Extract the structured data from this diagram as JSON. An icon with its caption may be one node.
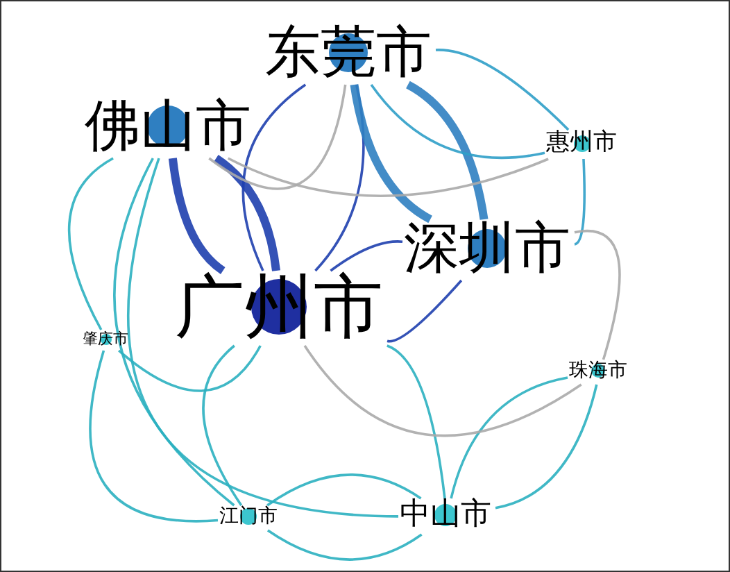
{
  "diagram": {
    "nodes": [
      {
        "text": [
          "东莞市"
        ]
      },
      {
        "text": [
          "佛山市"
        ]
      },
      {
        "text": [
          "惠州市"
        ]
      },
      {
        "text": [
          "深圳市"
        ]
      },
      {
        "text": [
          "广州市"
        ]
      },
      {
        "text": [
          "肇庆市"
        ]
      },
      {
        "text": [
          "珠海市"
        ]
      },
      {
        "text": [
          "江门市"
        ]
      },
      {
        "text": [
          "中山市"
        ]
      }
    ],
    "edges": [
      {
        "from": 1,
        "to": 4,
        "arrow": "none",
        "style": "thick",
        "color": "#1e3fae"
      },
      {
        "from": 1,
        "to": 4,
        "arrow": "none",
        "style": "thick",
        "color": "#1e3fae"
      },
      {
        "from": 0,
        "to": 4,
        "arrow": "none",
        "color": "#1e3fae"
      },
      {
        "from": 0,
        "to": 4,
        "arrow": "none",
        "color": "#1e3fae"
      },
      {
        "from": 0,
        "to": 3,
        "arrow": "none",
        "style": "thick",
        "color": "#2f7fc1"
      },
      {
        "from": 0,
        "to": 3,
        "arrow": "none",
        "style": "thick",
        "color": "#2f7fc1"
      },
      {
        "from": 0,
        "to": 2,
        "arrow": "none",
        "color": "#2f9fc8"
      },
      {
        "from": 0,
        "to": 2,
        "arrow": "none",
        "color": "#2f9fc8"
      },
      {
        "from": 3,
        "to": 2,
        "arrow": "none",
        "color": "#2f9fc8"
      },
      {
        "from": 4,
        "to": 3,
        "arrow": "none",
        "color": "#1e3fae"
      },
      {
        "from": 4,
        "to": 3,
        "arrow": "none",
        "color": "#1e3fae"
      },
      {
        "from": 1,
        "to": 5,
        "arrow": "none"
      },
      {
        "from": 4,
        "to": 5,
        "arrow": "none"
      },
      {
        "from": 4,
        "to": 7,
        "arrow": "none"
      },
      {
        "from": 4,
        "to": 8,
        "arrow": "none"
      },
      {
        "from": 1,
        "to": 8,
        "arrow": "none"
      },
      {
        "from": 1,
        "to": 7,
        "arrow": "none"
      },
      {
        "from": 8,
        "to": 6,
        "arrow": "none"
      },
      {
        "from": 8,
        "to": 6,
        "arrow": "none"
      },
      {
        "from": 7,
        "to": 8,
        "arrow": "none"
      },
      {
        "from": 7,
        "to": 8,
        "arrow": "none"
      },
      {
        "from": 0,
        "to": 1,
        "arrow": "none",
        "color": "#aaaaaa"
      },
      {
        "from": 4,
        "to": 6,
        "arrow": "none",
        "color": "#aaaaaa"
      },
      {
        "from": 3,
        "to": 6,
        "arrow": "none",
        "color": "#aaaaaa"
      },
      {
        "from": 1,
        "to": 2,
        "arrow": "none",
        "color": "#aaaaaa"
      },
      {
        "from": 5,
        "to": 7,
        "arrow": "none"
      }
    ]
  }
}
